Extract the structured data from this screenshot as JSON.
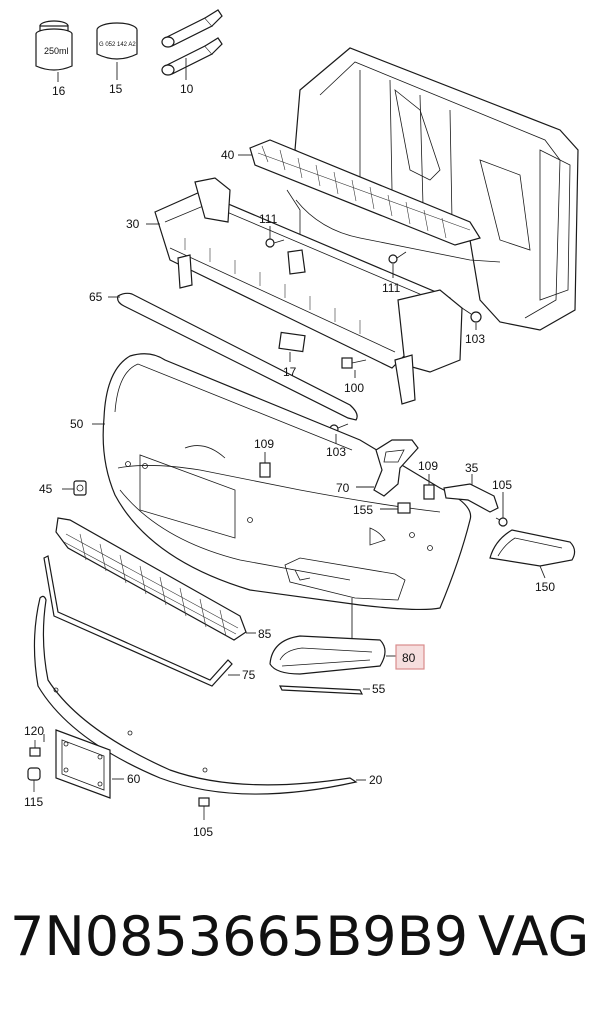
{
  "diagram": {
    "labels": {
      "p16": "16",
      "p15": "15",
      "p10": "10",
      "p40": "40",
      "p30": "30",
      "p111a": "111",
      "p111b": "111",
      "p65": "65",
      "p17": "17",
      "p100": "100",
      "p103a": "103",
      "p103b": "103",
      "p50": "50",
      "p109a": "109",
      "p109b": "109",
      "p35": "35",
      "p105a": "105",
      "p45": "45",
      "p70": "70",
      "p155": "155",
      "p150": "150",
      "p85": "85",
      "p80": "80",
      "p75": "75",
      "p55": "55",
      "p120": "120",
      "p115": "115",
      "p60": "60",
      "p20": "20",
      "p105b": "105"
    },
    "container_text": {
      "jar": "250ml",
      "tin": "G 052 142 A2"
    },
    "highlight_color": "#f6dede"
  },
  "caption": {
    "part_number": "7N0853665B9B9",
    "brand": "VAG"
  }
}
